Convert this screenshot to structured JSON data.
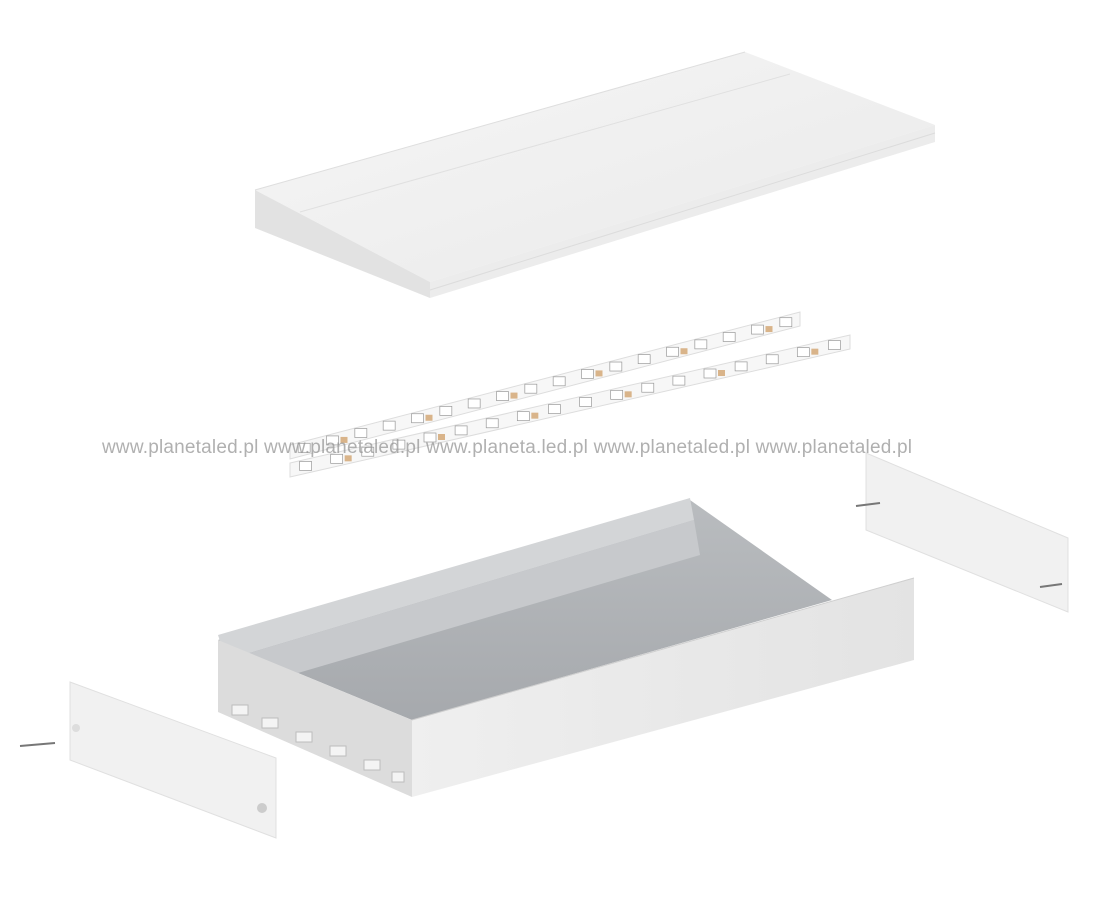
{
  "product": {
    "parts": [
      "diffuser-cover",
      "led-strip",
      "aluminium-profile",
      "end-cap-left",
      "end-cap-right"
    ]
  },
  "watermark": "www.planetaled.pl www.planetaled.pl www.planeta.led.pl www.planetaled.pl www.planetaled.pl"
}
